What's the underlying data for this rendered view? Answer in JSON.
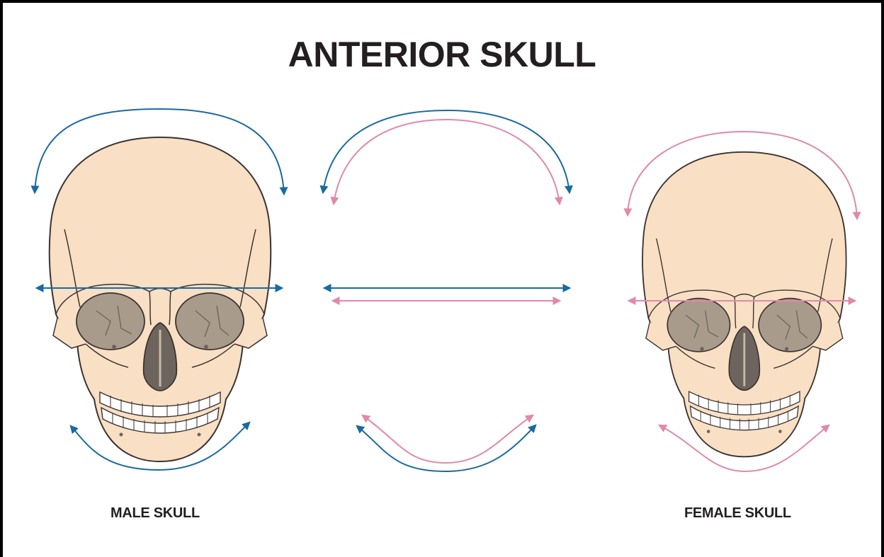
{
  "title": "ANTERIOR SKULL",
  "labels": {
    "male": "MALE SKULL",
    "female": "FEMALE SKULL"
  },
  "colors": {
    "male_arrow": "#1a6aa0",
    "female_arrow": "#e08aa8",
    "bone": "#f9dfc3",
    "bone_outline": "#3a3333",
    "orbit": "#a89b8c",
    "nasal": "#6d655d"
  }
}
